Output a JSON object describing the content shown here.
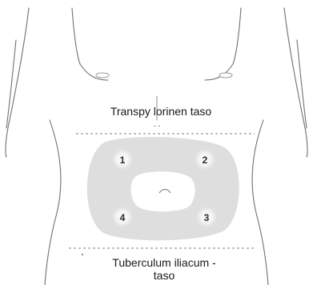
{
  "labels": {
    "upper_plane": "Transpy lorinen taso",
    "lower_plane_line1": "Tuberculum iliacum -",
    "lower_plane_line2": "taso"
  },
  "zones": [
    "1",
    "2",
    "3",
    "4"
  ],
  "colors": {
    "outline": "#707070",
    "zone_fill": "#dedede",
    "spot_fill": "#f7f7f7",
    "dashed_line": "#9a9a9a"
  }
}
